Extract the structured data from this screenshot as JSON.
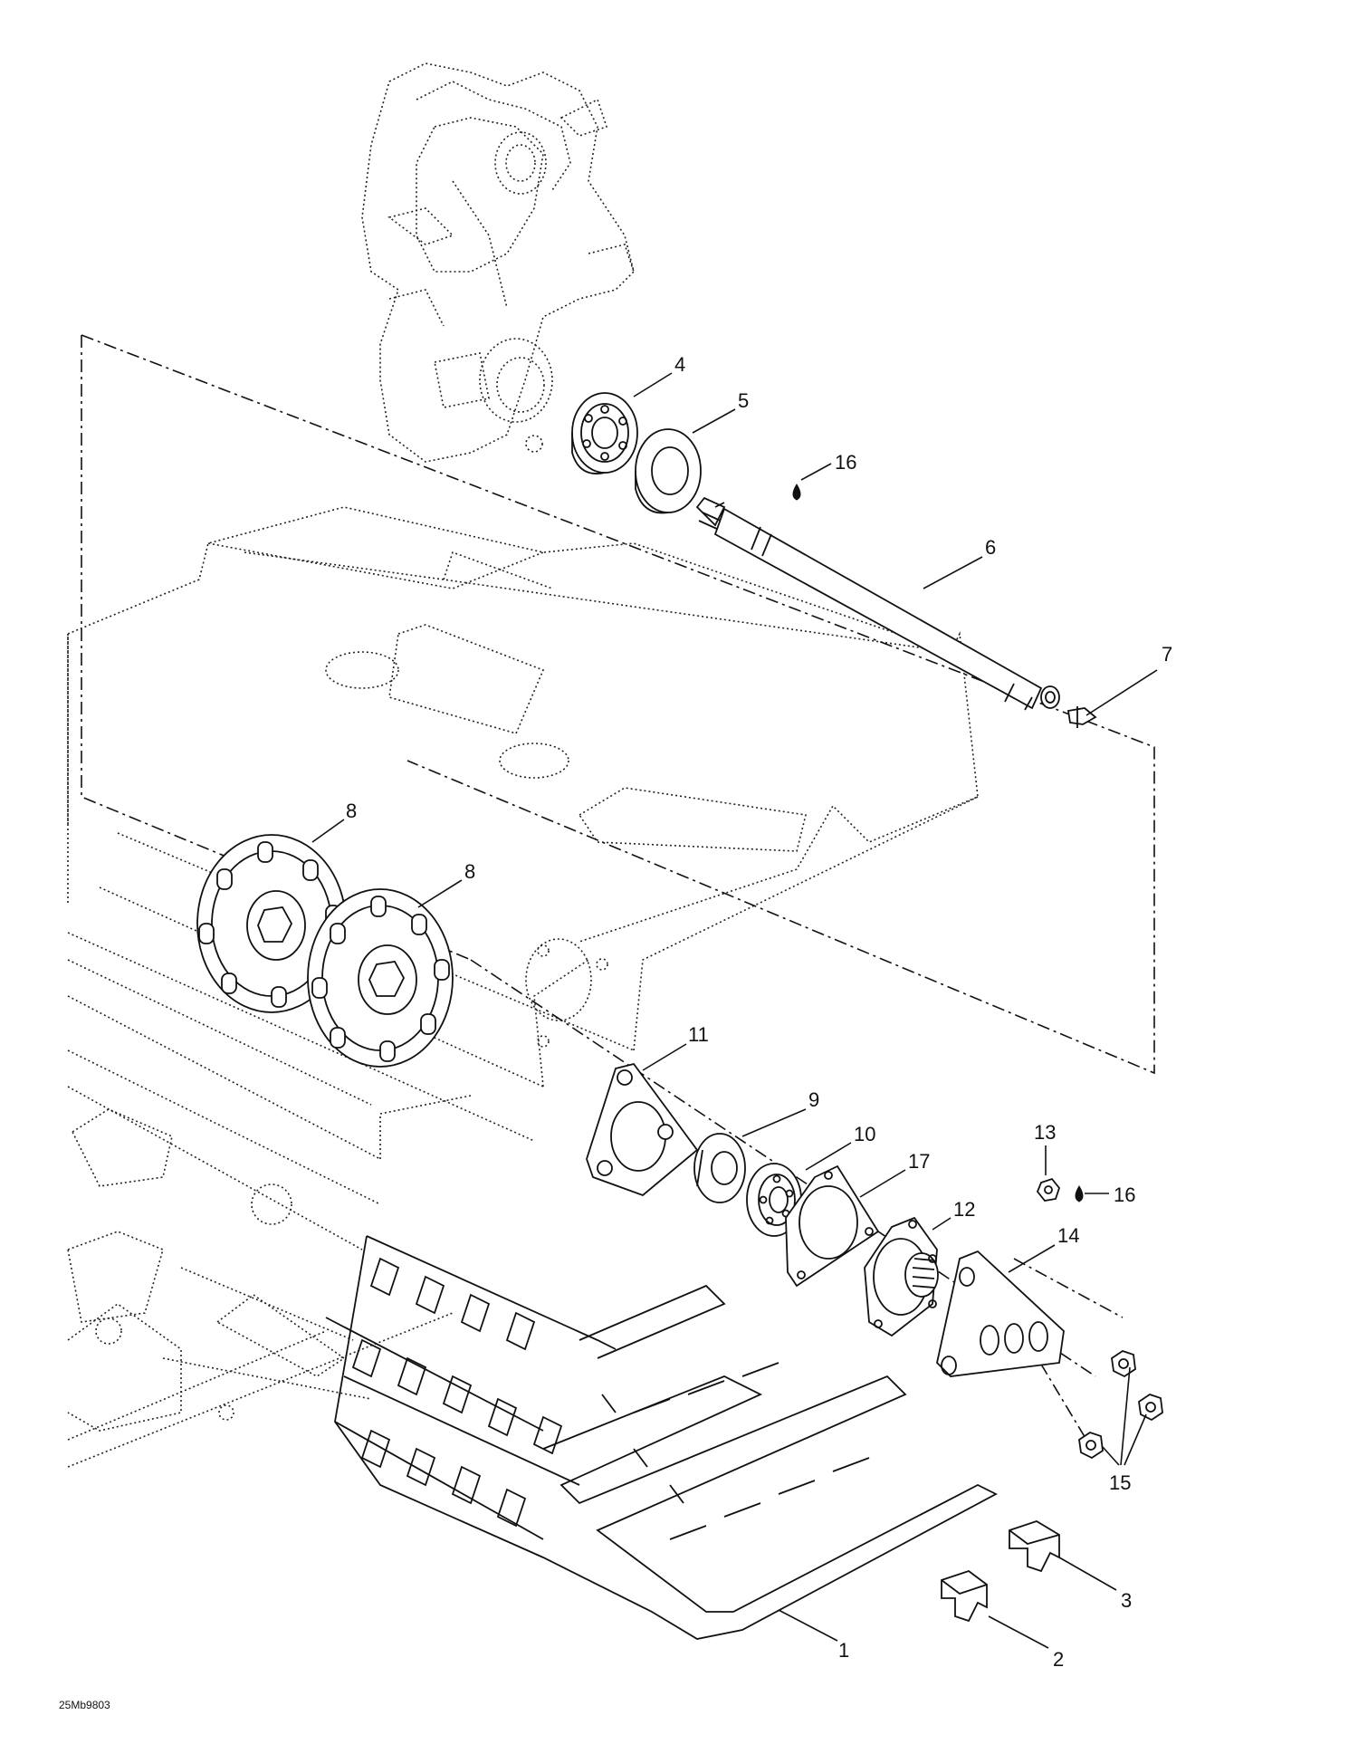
{
  "diagram": {
    "figure_code": "25Mb9803",
    "callouts": [
      {
        "id": "c1",
        "label": "1"
      },
      {
        "id": "c2",
        "label": "2"
      },
      {
        "id": "c3",
        "label": "3"
      },
      {
        "id": "c4",
        "label": "4"
      },
      {
        "id": "c5",
        "label": "5"
      },
      {
        "id": "c6",
        "label": "6"
      },
      {
        "id": "c7",
        "label": "7"
      },
      {
        "id": "c8a",
        "label": "8"
      },
      {
        "id": "c8b",
        "label": "8"
      },
      {
        "id": "c9",
        "label": "9"
      },
      {
        "id": "c10",
        "label": "10"
      },
      {
        "id": "c11",
        "label": "11"
      },
      {
        "id": "c12",
        "label": "12"
      },
      {
        "id": "c13",
        "label": "13"
      },
      {
        "id": "c14",
        "label": "14"
      },
      {
        "id": "c15",
        "label": "15"
      },
      {
        "id": "c16a",
        "label": "16"
      },
      {
        "id": "c16b",
        "label": "16"
      },
      {
        "id": "c17",
        "label": "17"
      }
    ]
  }
}
